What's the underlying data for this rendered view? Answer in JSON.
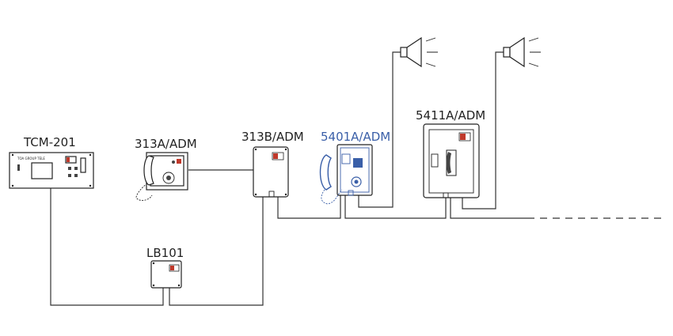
{
  "devices": {
    "tcm": "TCM-201",
    "tcm_panel": "TOA GROUP TELE",
    "d313a": "313A/ADM",
    "d313b": "313B/ADM",
    "d5401": "5401A/ADM",
    "d5411": "5411A/ADM",
    "lb101": "LB101"
  },
  "colors": {
    "line": "#333333",
    "accent_blue": "#3a5fa8",
    "indicator_red": "#c0392b"
  },
  "icons": [
    "horn-speaker-icon",
    "telephone-handset-icon"
  ]
}
